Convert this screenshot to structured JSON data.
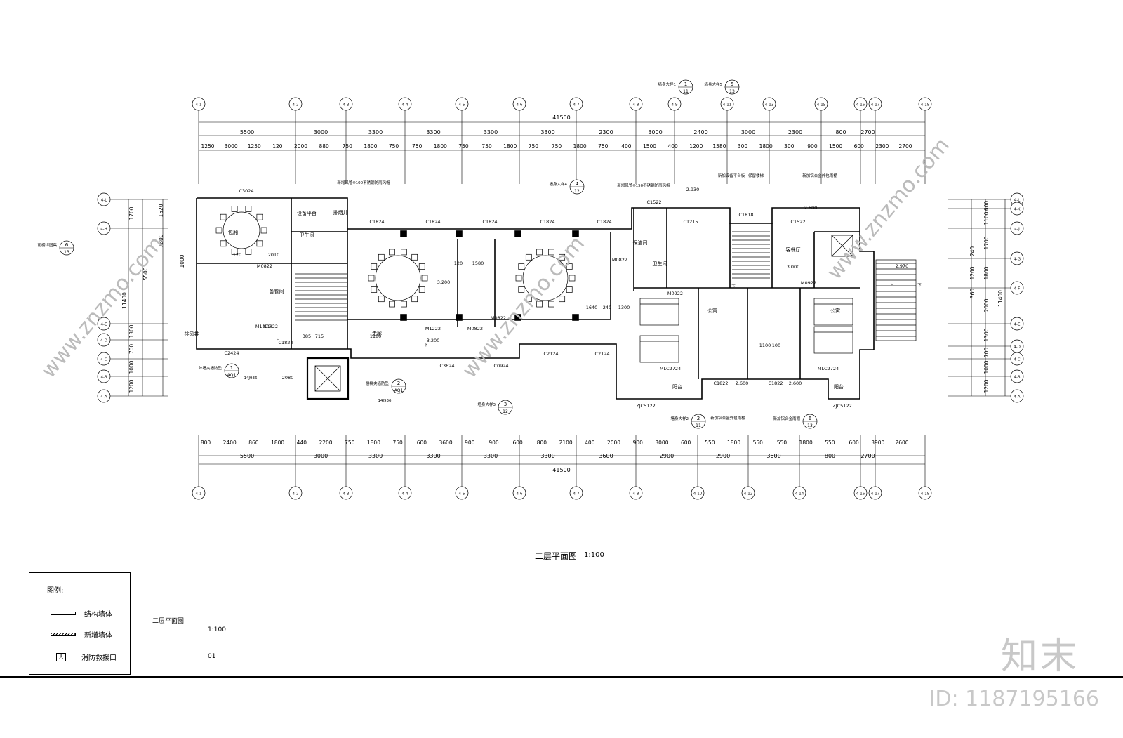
{
  "drawing": {
    "title": "二层平面图",
    "scale": "1:100",
    "overall_dim": "41500",
    "top_grid_labels": [
      "4-1",
      "4-2",
      "4-3",
      "4-4",
      "4-5",
      "4-6",
      "4-7",
      "4-8",
      "4-9",
      "4-11",
      "4-13",
      "4-15",
      "4-16",
      "4-17",
      "4-18"
    ],
    "bottom_grid_labels": [
      "4-1",
      "4-2",
      "4-3",
      "4-4",
      "4-5",
      "4-6",
      "4-7",
      "4-8",
      "4-10",
      "4-12",
      "4-14",
      "4-16",
      "4-17",
      "4-18"
    ],
    "left_grid_labels": [
      "4-L",
      "4-H",
      "4-E",
      "4-D",
      "4-C",
      "4-B",
      "4-A"
    ],
    "right_grid_labels": [
      "4-L",
      "4-K",
      "4-J",
      "4-G",
      "4-F",
      "4-E",
      "4-D",
      "4-C",
      "4-B",
      "4-A"
    ],
    "top_dims_row1": [
      "5500",
      "3000",
      "3300",
      "3300",
      "3300",
      "3300",
      "2300",
      "3000",
      "2400",
      "3000",
      "2300",
      "800",
      "2700"
    ],
    "top_dims_row2": [
      "1250",
      "3000",
      "1250",
      "120",
      "2000",
      "880",
      "750",
      "1800",
      "750",
      "750",
      "1800",
      "750",
      "750",
      "1800",
      "750",
      "750",
      "1800",
      "750",
      "400",
      "1500",
      "400",
      "1200",
      "1580",
      "300",
      "1800",
      "300",
      "900",
      "1500",
      "600",
      "2300",
      "2700"
    ],
    "bottom_dims_row1": [
      "800",
      "2400",
      "860",
      "1800",
      "440",
      "2200",
      "750",
      "1800",
      "750",
      "600",
      "3600",
      "900",
      "900",
      "600",
      "800",
      "2100",
      "400",
      "2000",
      "900",
      "3000",
      "600",
      "550",
      "1800",
      "550",
      "550",
      "1800",
      "550",
      "600",
      "3900",
      "2600"
    ],
    "bottom_dims_row2": [
      "5500",
      "3000",
      "3300",
      "3300",
      "3300",
      "3300",
      "3600",
      "2900",
      "2900",
      "3600",
      "800",
      "2700"
    ],
    "left_dims": [
      "1700",
      "5500",
      "11400",
      "1300",
      "700",
      "1000",
      "1200",
      "1520",
      "1800",
      "1000"
    ],
    "right_dims": [
      "600",
      "1100",
      "1700",
      "1200",
      "1800",
      "2000",
      "11400",
      "1300",
      "700",
      "1000",
      "1200",
      "240",
      "360"
    ],
    "rooms": [
      "包厢",
      "设备平台",
      "卫生间",
      "备餐间",
      "保洁间",
      "卫生间",
      "公寓",
      "公寓",
      "客餐厅",
      "阳台",
      "阳台",
      "走廊",
      "排风井",
      "排烟井"
    ],
    "labels": [
      "C3024",
      "C1824",
      "C1824",
      "C1824",
      "C1824",
      "C1824",
      "C1522",
      "C1215",
      "C1818",
      "C1522",
      "M0822",
      "M0822",
      "M0822",
      "M0822",
      "M0822",
      "M0922",
      "M0922",
      "M1222",
      "M1222",
      "C2424",
      "C1824",
      "C3624",
      "C0924",
      "C2124",
      "C2124",
      "MLC2724",
      "MLC2724",
      "ZJC5122",
      "ZJC5122",
      "C1822",
      "C1822",
      "3.200",
      "3.200",
      "3.000",
      "2.930",
      "2.970",
      "2.600",
      "2.600",
      "2.600",
      "1580",
      "120",
      "2010",
      "1640",
      "240",
      "1300",
      "1100",
      "100",
      "120",
      "385",
      "715",
      "1180",
      "2080"
    ],
    "callouts": [
      {
        "num": "1",
        "sheet": "11",
        "text": "墙身大样1"
      },
      {
        "num": "5",
        "sheet": "13",
        "text": "墙身大样5"
      },
      {
        "num": "4",
        "sheet": "12",
        "text": "墙身大样4"
      },
      {
        "num": "6",
        "sheet": "13",
        "text": "雨棚详图集"
      },
      {
        "num": "1",
        "sheet": "AQ1",
        "text": "外墙夹墙防坠"
      },
      {
        "num": "2",
        "sheet": "AQ1",
        "text": "楼梯夹墙防坠"
      },
      {
        "num": "3",
        "sheet": "12",
        "text": "墙身大样3"
      },
      {
        "num": "2",
        "sheet": "11",
        "text": "墙身大样2"
      },
      {
        "num": "6",
        "sheet": "13",
        "text": "新加铝合金雨棚"
      }
    ],
    "notes": [
      "新增风管Φ100不锈钢防雨风帽",
      "新增风管Φ150不锈钢防雨风帽",
      "新加设备平台板",
      "新加铝合金外包雨棚",
      "新加铝合金外包雨棚",
      "14J936",
      "14J936",
      "保留楼梯",
      "下",
      "上",
      "下",
      "上",
      "下"
    ]
  },
  "legend": {
    "title": "图例:",
    "items": [
      {
        "icon": "structural-wall-swatch",
        "label": "结构墙体"
      },
      {
        "icon": "new-wall-swatch",
        "label": "新增墙体"
      },
      {
        "icon": "fire-rescue-icon",
        "label": "消防救援口"
      }
    ]
  },
  "title_block": {
    "drawing_name": "二层平面图",
    "scale": "1:100",
    "sheet_no": "01"
  },
  "watermark": {
    "site": "www.znzmo.com",
    "brand": "知末",
    "id": "ID: 1187195166"
  }
}
